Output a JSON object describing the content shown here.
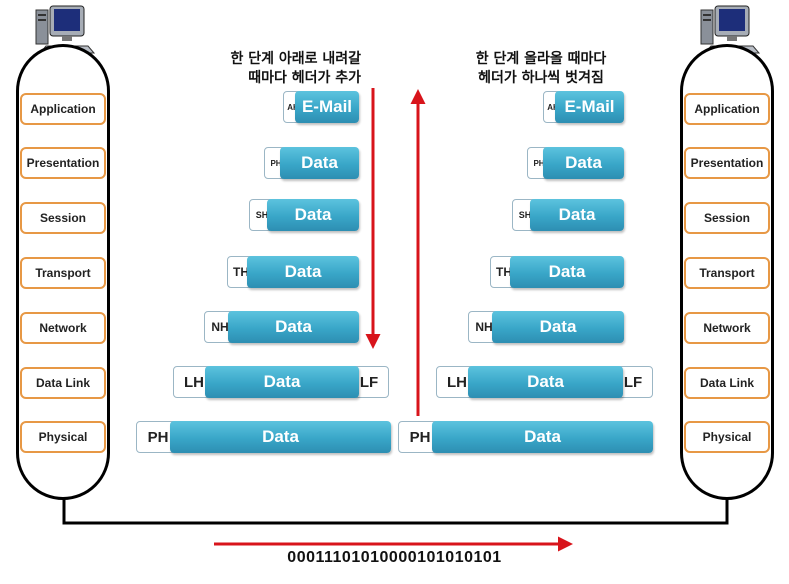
{
  "layers": [
    "Application",
    "Presentation",
    "Session",
    "Transport",
    "Network",
    "Data Link",
    "Physical"
  ],
  "captions": {
    "down": "한 단계 아래로 내려갈\n때마다 헤더가 추가",
    "up": "한 단계 올라올 때마다\n헤더가 하나씩 벗겨짐"
  },
  "packets": [
    {
      "header": "AH",
      "body": "E-Mail",
      "trailer": ""
    },
    {
      "header": "PH",
      "body": "Data",
      "trailer": ""
    },
    {
      "header": "SH",
      "body": "Data",
      "trailer": ""
    },
    {
      "header": "TH",
      "body": "Data",
      "trailer": ""
    },
    {
      "header": "NH",
      "body": "Data",
      "trailer": ""
    },
    {
      "header": "LH",
      "body": "Data",
      "trailer": "LF"
    },
    {
      "header": "PH",
      "body": "Data",
      "trailer": ""
    }
  ],
  "bitstream": "00011101010000101010101",
  "colors": {
    "arrow": "#d8141b",
    "packet": "#39a6c8",
    "layer_border": "#e79845",
    "link": "#000000"
  },
  "icons": [
    "computer-icon",
    "down-arrow-icon",
    "up-arrow-icon",
    "right-arrow-icon"
  ]
}
